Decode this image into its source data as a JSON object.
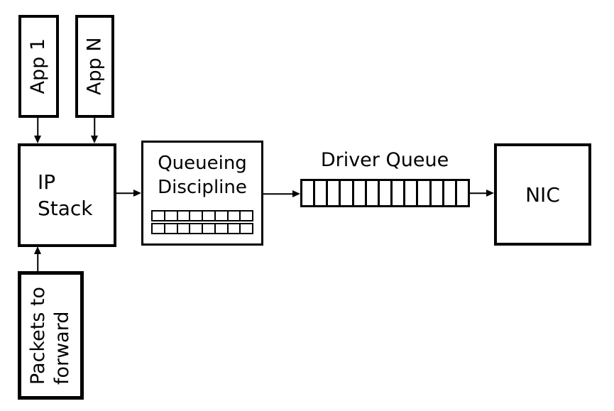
{
  "diagram": {
    "colors": {
      "background": "#ffffff",
      "stroke": "#000000"
    },
    "nodes": {
      "app1": {
        "label": "App 1"
      },
      "app_n": {
        "label": "App N"
      },
      "ip_stack": {
        "line1": "IP",
        "line2": "Stack"
      },
      "queueing_discipline": {
        "line1": "Queueing",
        "line2": "Discipline",
        "grid_rows": 2,
        "grid_cols": 8
      },
      "driver_queue": {
        "label": "Driver Queue",
        "slots": 13
      },
      "nic": {
        "label": "NIC"
      },
      "packets_to_forward": {
        "line1": "Packets to",
        "line2": "forward"
      }
    },
    "edges": [
      {
        "from": "App 1",
        "to": "IP Stack"
      },
      {
        "from": "App N",
        "to": "IP Stack"
      },
      {
        "from": "Packets to forward",
        "to": "IP Stack"
      },
      {
        "from": "IP Stack",
        "to": "Queueing Discipline"
      },
      {
        "from": "Queueing Discipline",
        "to": "Driver Queue"
      },
      {
        "from": "Driver Queue",
        "to": "NIC"
      }
    ]
  }
}
